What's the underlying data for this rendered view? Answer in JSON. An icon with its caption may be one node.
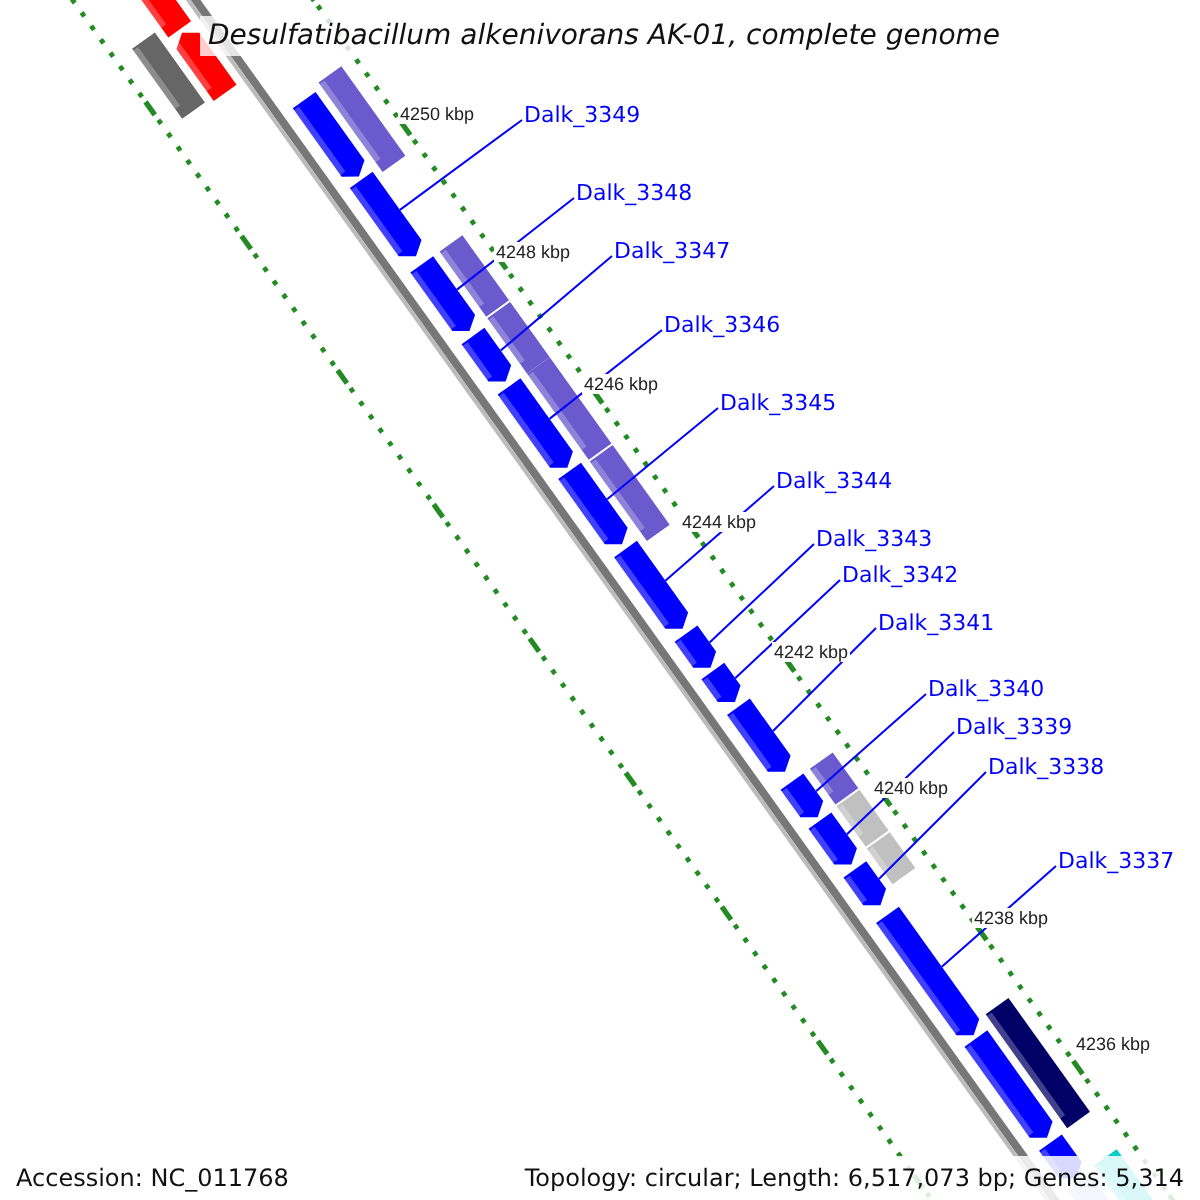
{
  "diagram": {
    "title": "Desulfatibacillum alkenivorans AK-01, complete genome",
    "nodes": [
      {
        "text": [
          "Dalk_3349"
        ]
      },
      {
        "text": [
          "Dalk_3348"
        ]
      },
      {
        "text": [
          "Dalk_3347"
        ]
      },
      {
        "text": [
          "Dalk_3346"
        ]
      },
      {
        "text": [
          "Dalk_3345"
        ]
      },
      {
        "text": [
          "Dalk_3344"
        ]
      },
      {
        "text": [
          "Dalk_3343"
        ]
      },
      {
        "text": [
          "Dalk_3342"
        ]
      },
      {
        "text": [
          "Dalk_3341"
        ]
      },
      {
        "text": [
          "Dalk_3340"
        ]
      },
      {
        "text": [
          "Dalk_3339"
        ]
      },
      {
        "text": [
          "Dalk_3338"
        ]
      },
      {
        "text": [
          "Dalk_3337"
        ]
      },
      {
        "text": [],
        "shape": "bar"
      },
      {
        "text": [],
        "shape": "bar"
      },
      {
        "text": [],
        "shape": "bar"
      },
      {
        "text": [],
        "shape": "bar"
      },
      {
        "text": [],
        "shape": "bar"
      },
      {
        "text": [],
        "shape": "bar"
      },
      {
        "text": [],
        "shape": "bar"
      },
      {
        "text": [],
        "shape": "bar"
      },
      {
        "text": [],
        "shape": "bar"
      },
      {
        "text": [],
        "shape": "bar"
      },
      {
        "text": [],
        "shape": "bar"
      },
      {
        "text": [],
        "shape": "bar"
      },
      {
        "text": [],
        "shape": "bar"
      },
      {
        "text": [],
        "shape": "bar"
      },
      {
        "text": [],
        "shape": "bar"
      },
      {
        "text": [],
        "shape": "bar"
      }
    ],
    "edges": [
      {
        "from": 0,
        "to": 13,
        "arrow": "none"
      },
      {
        "from": 1,
        "to": 14,
        "arrow": "none"
      },
      {
        "from": 2,
        "to": 15,
        "arrow": "none"
      },
      {
        "from": 3,
        "to": 16,
        "arrow": "none"
      },
      {
        "from": 4,
        "to": 17,
        "arrow": "none"
      },
      {
        "from": 5,
        "to": 18,
        "arrow": "none"
      },
      {
        "from": 6,
        "to": 19,
        "arrow": "none"
      },
      {
        "from": 7,
        "to": 20,
        "arrow": "none"
      },
      {
        "from": 8,
        "to": 21,
        "arrow": "none"
      },
      {
        "from": 9,
        "to": 22,
        "arrow": "none"
      },
      {
        "from": 10,
        "to": 23,
        "arrow": "none"
      },
      {
        "from": 11,
        "to": 24,
        "arrow": "none"
      },
      {
        "from": 12,
        "to": 25,
        "arrow": "none"
      }
    ],
    "labels": [
      "4250 kbp",
      "4248 kbp",
      "4246 kbp",
      "4244 kbp",
      "4242 kbp",
      "4240 kbp",
      "4238 kbp",
      "4236 kbp",
      "Accession: NC_011768",
      "Topology: circular; Length: 6,517,073 bp; Genes: 5,314"
    ]
  }
}
